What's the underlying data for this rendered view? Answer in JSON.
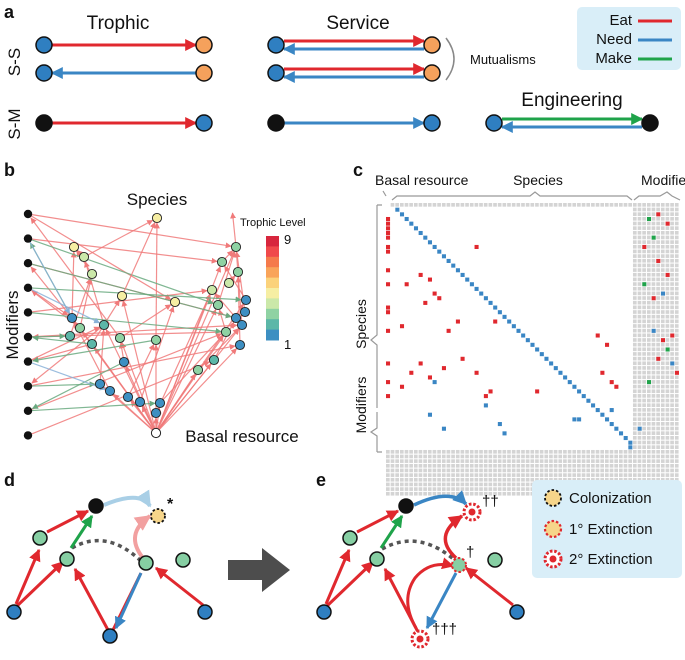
{
  "colors": {
    "eat": "#e0282e",
    "need": "#3a86c4",
    "make": "#1fa34a",
    "node_blue": "#2f7fc1",
    "node_orange": "#f5a15c",
    "node_black": "#111111",
    "node_green": "#86cfa3",
    "node_yellow": "#f6eea3",
    "legend_bg": "#d9eef8",
    "grid_cell": "#d4d4d4"
  },
  "panel_a": {
    "letter": "a",
    "col_trophic": "Trophic",
    "col_service": "Service",
    "row_ss": "S-S",
    "row_sm": "S-M",
    "mutualisms": "Mutualisms",
    "engineering": "Engineering",
    "legend": [
      {
        "label": "Eat",
        "color": "eat",
        "icon": "red-line"
      },
      {
        "label": "Need",
        "color": "need",
        "icon": "blue-line"
      },
      {
        "label": "Make",
        "color": "make",
        "icon": "green-line"
      }
    ]
  },
  "panel_b": {
    "letter": "b",
    "species_label": "Species",
    "modifiers_label": "Modifiers",
    "basal_label": "Basal resource",
    "scale_title": "Trophic Level",
    "scale_max": "9",
    "scale_min": "1",
    "scale_colors": [
      "#d7263d",
      "#f0494b",
      "#f57a4b",
      "#f9a45a",
      "#fbd27b",
      "#f6eea3",
      "#cbe8a9",
      "#8fd2a3",
      "#5cb7a8",
      "#3d8fc2"
    ]
  },
  "panel_c": {
    "letter": "c",
    "top_basal": "Basal resource",
    "top_species": "Species",
    "top_modifiers": "Modifiers",
    "left_species": "Species",
    "left_modifiers": "Modifiers"
  },
  "panel_d": {
    "letter": "d",
    "star": "*"
  },
  "panel_e": {
    "letter": "e",
    "dagger1": "†",
    "dagger2": "††",
    "dagger3": "†††",
    "legend": [
      {
        "label": "Colonization",
        "icon": "colonization-icon"
      },
      {
        "label": "1° Extinction",
        "icon": "primary-extinction-icon"
      },
      {
        "label": "2° Extinction",
        "icon": "secondary-extinction-icon"
      }
    ]
  }
}
